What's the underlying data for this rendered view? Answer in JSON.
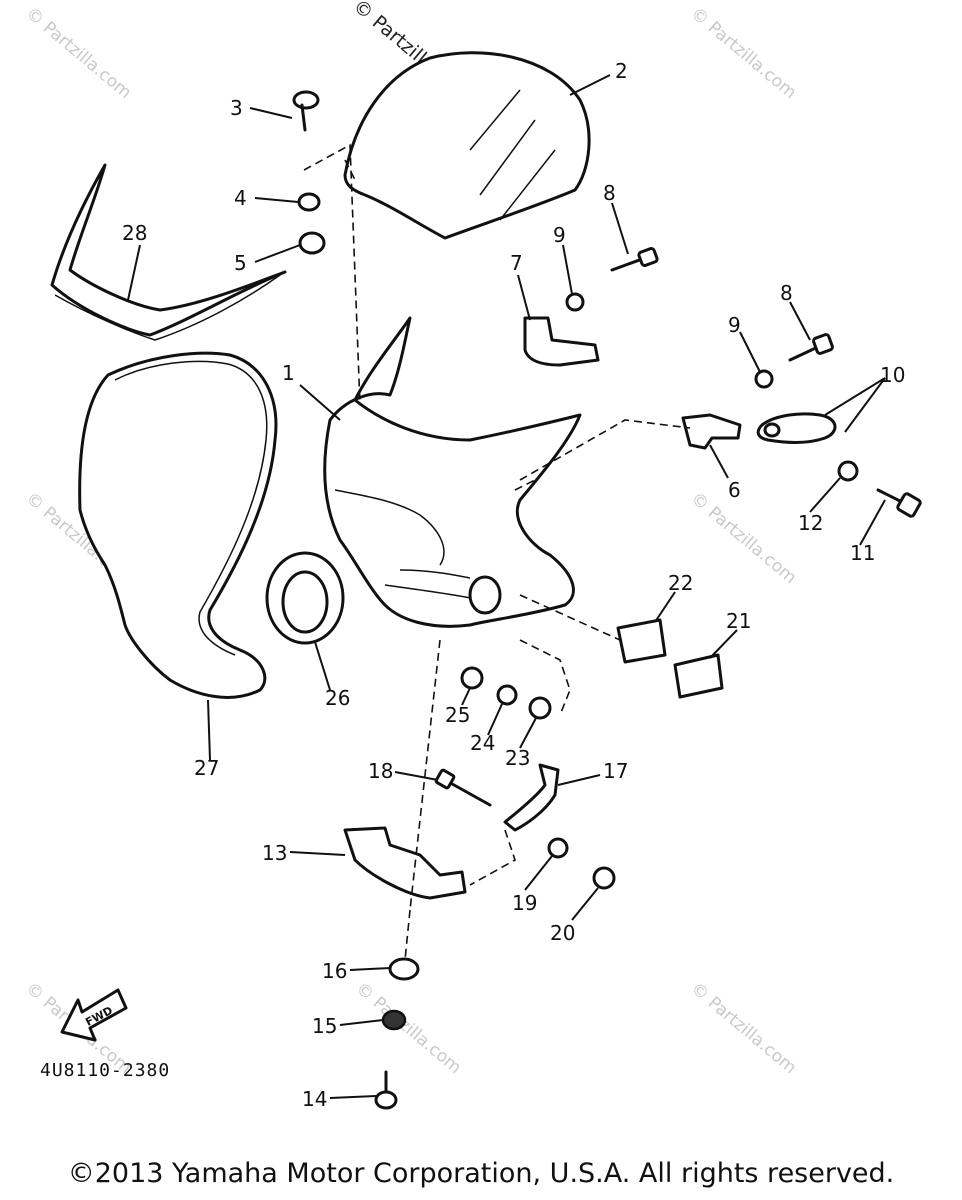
{
  "watermark": {
    "text": "© Partzilla.com",
    "main_text": "© Partzilla.com"
  },
  "callouts": [
    "1",
    "2",
    "3",
    "4",
    "5",
    "6",
    "7",
    "8",
    "8",
    "9",
    "9",
    "10",
    "11",
    "12",
    "13",
    "14",
    "15",
    "16",
    "17",
    "18",
    "19",
    "20",
    "21",
    "22",
    "23",
    "24",
    "25",
    "26",
    "27",
    "28"
  ],
  "fwd_label": "FWD",
  "diagram_code": "4U8110-2380",
  "copyright": "©2013 Yamaha Motor Corporation, U.S.A. All rights reserved."
}
